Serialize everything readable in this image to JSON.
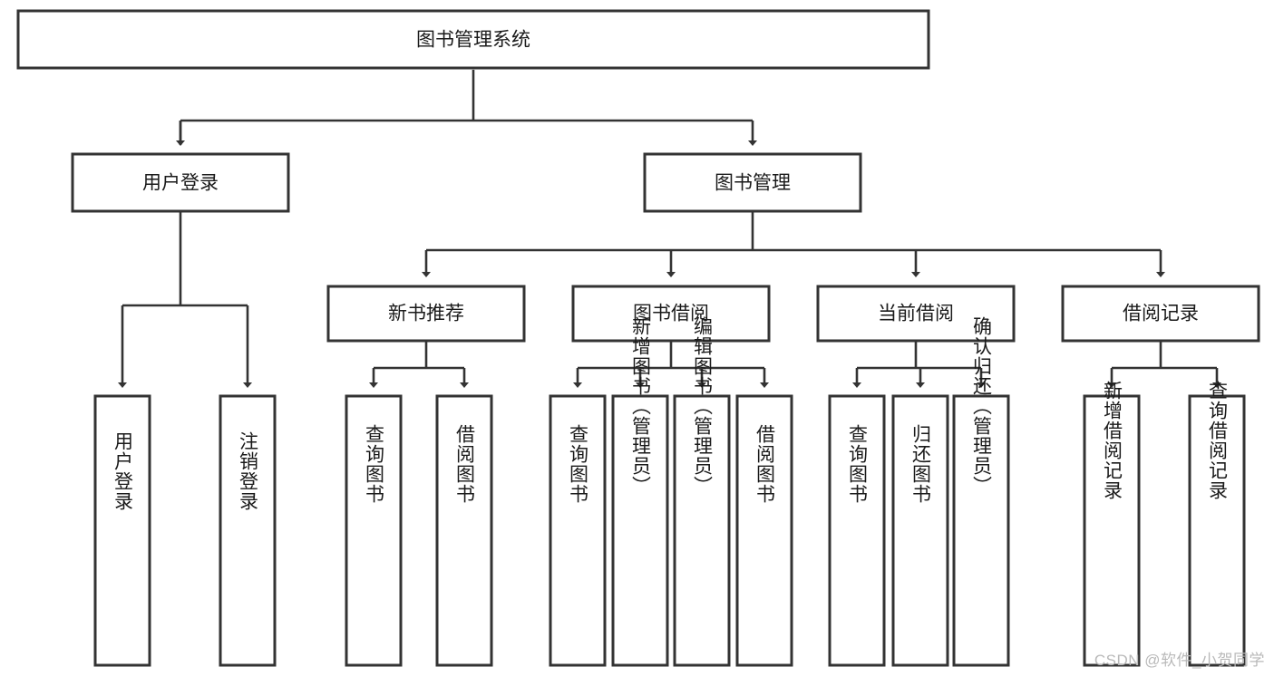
{
  "diagram": {
    "title": "图书管理系统",
    "type": "hierarchy-tree",
    "root": {
      "id": "root",
      "label": "图书管理系统"
    },
    "level2": [
      {
        "id": "user-login",
        "label": "用户登录"
      },
      {
        "id": "book-manage",
        "label": "图书管理"
      }
    ],
    "level3": [
      {
        "id": "new-book-rec",
        "label": "新书推荐",
        "parent": "book-manage"
      },
      {
        "id": "book-borrow",
        "label": "图书借阅",
        "parent": "book-manage"
      },
      {
        "id": "current-borrow",
        "label": "当前借阅",
        "parent": "book-manage"
      },
      {
        "id": "borrow-record",
        "label": "借阅记录",
        "parent": "book-manage"
      }
    ],
    "leaves": [
      {
        "id": "leaf-user-login",
        "label": "用户登录",
        "parent": "user-login"
      },
      {
        "id": "leaf-logout",
        "label": "注销登录",
        "parent": "user-login"
      },
      {
        "id": "leaf-query-book-1",
        "label": "查询图书",
        "parent": "new-book-rec"
      },
      {
        "id": "leaf-borrow-book-1",
        "label": "借阅图书",
        "parent": "new-book-rec"
      },
      {
        "id": "leaf-query-book-2",
        "label": "查询图书",
        "parent": "book-borrow"
      },
      {
        "id": "leaf-add-book",
        "label": "新增图书（管理员）",
        "parent": "book-borrow"
      },
      {
        "id": "leaf-edit-book",
        "label": "编辑图书（管理员）",
        "parent": "book-borrow"
      },
      {
        "id": "leaf-borrow-book-2",
        "label": "借阅图书",
        "parent": "book-borrow"
      },
      {
        "id": "leaf-query-book-3",
        "label": "查询图书",
        "parent": "current-borrow"
      },
      {
        "id": "leaf-return-book",
        "label": "归还图书",
        "parent": "current-borrow"
      },
      {
        "id": "leaf-confirm-return",
        "label": "确认归还（管理员）",
        "parent": "current-borrow"
      },
      {
        "id": "leaf-add-record",
        "label": "新增借阅记录",
        "parent": "borrow-record"
      },
      {
        "id": "leaf-query-record",
        "label": "查询借阅记录",
        "parent": "borrow-record"
      }
    ],
    "colors": {
      "stroke": "#333333",
      "fill": "#ffffff",
      "text": "#1a1a1a",
      "watermark": "#b9b9b9"
    }
  },
  "watermark": {
    "text": "CSDN @软件_小贺同学"
  }
}
